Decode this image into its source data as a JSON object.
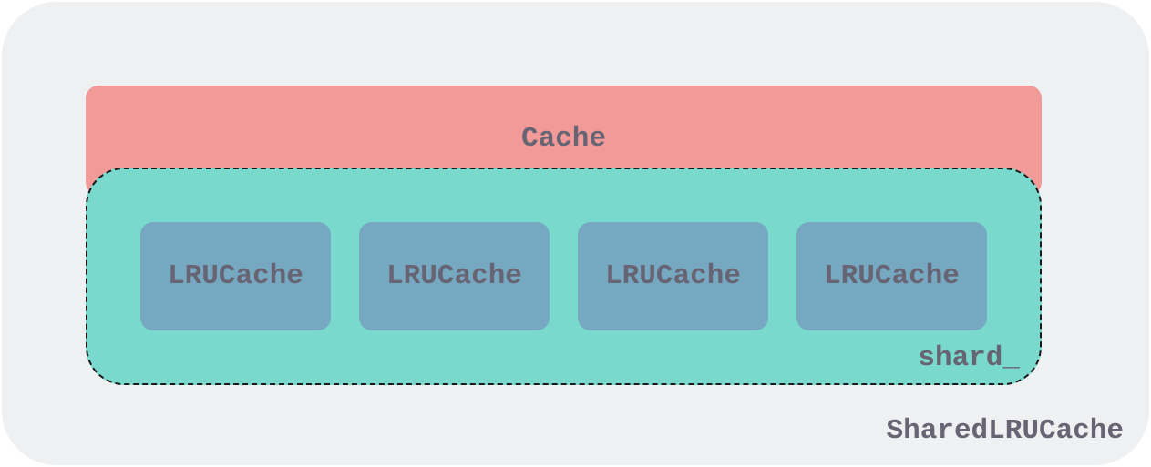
{
  "outer": {
    "label": "SharedLRUCache"
  },
  "cache": {
    "label": "Cache"
  },
  "shard": {
    "label": "shard_",
    "items": [
      {
        "label": "LRUCache"
      },
      {
        "label": "LRUCache"
      },
      {
        "label": "LRUCache"
      },
      {
        "label": "LRUCache"
      }
    ]
  },
  "colors": {
    "background": "#eff0f2",
    "cache": "#f19a98",
    "shard": "#7ad9cd",
    "lru": "#76a8c1",
    "text": "#676474"
  }
}
